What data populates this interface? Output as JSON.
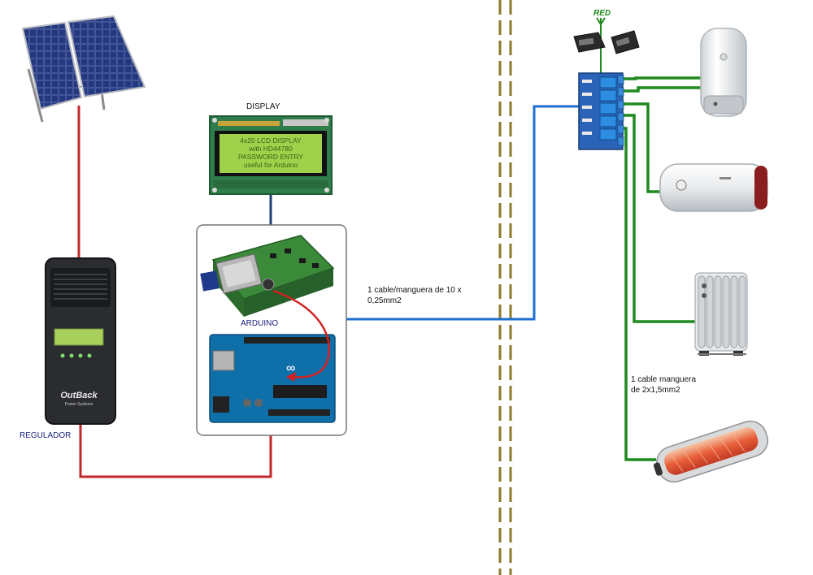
{
  "labels": {
    "display": "DISPLAY",
    "arduino": "ARDUINO",
    "regulador": "REGULADOR",
    "red": "RED",
    "cable_10_line1": "1 cable/manguera de 10 x",
    "cable_10_line2": "0,25mm2",
    "cable_2_line1": "1 cable manguera",
    "cable_2_line2": "de 2x1,5mm2"
  },
  "lcd": {
    "line1": "4x20 LCD DISPLAY",
    "line2": "with HD44780",
    "line3": "PASSWORD ENTRY",
    "line4": "useful for Arduino"
  },
  "regulator_screen": "",
  "regulator_brand": "OutBack",
  "regulator_sub": "Power Systems",
  "colors": {
    "power_red": "#c0282a",
    "signal_blue": "#1e6fd0",
    "load_green": "#1f8a1f",
    "divider": "#8a7a2a",
    "label_blue": "#1a237e"
  }
}
